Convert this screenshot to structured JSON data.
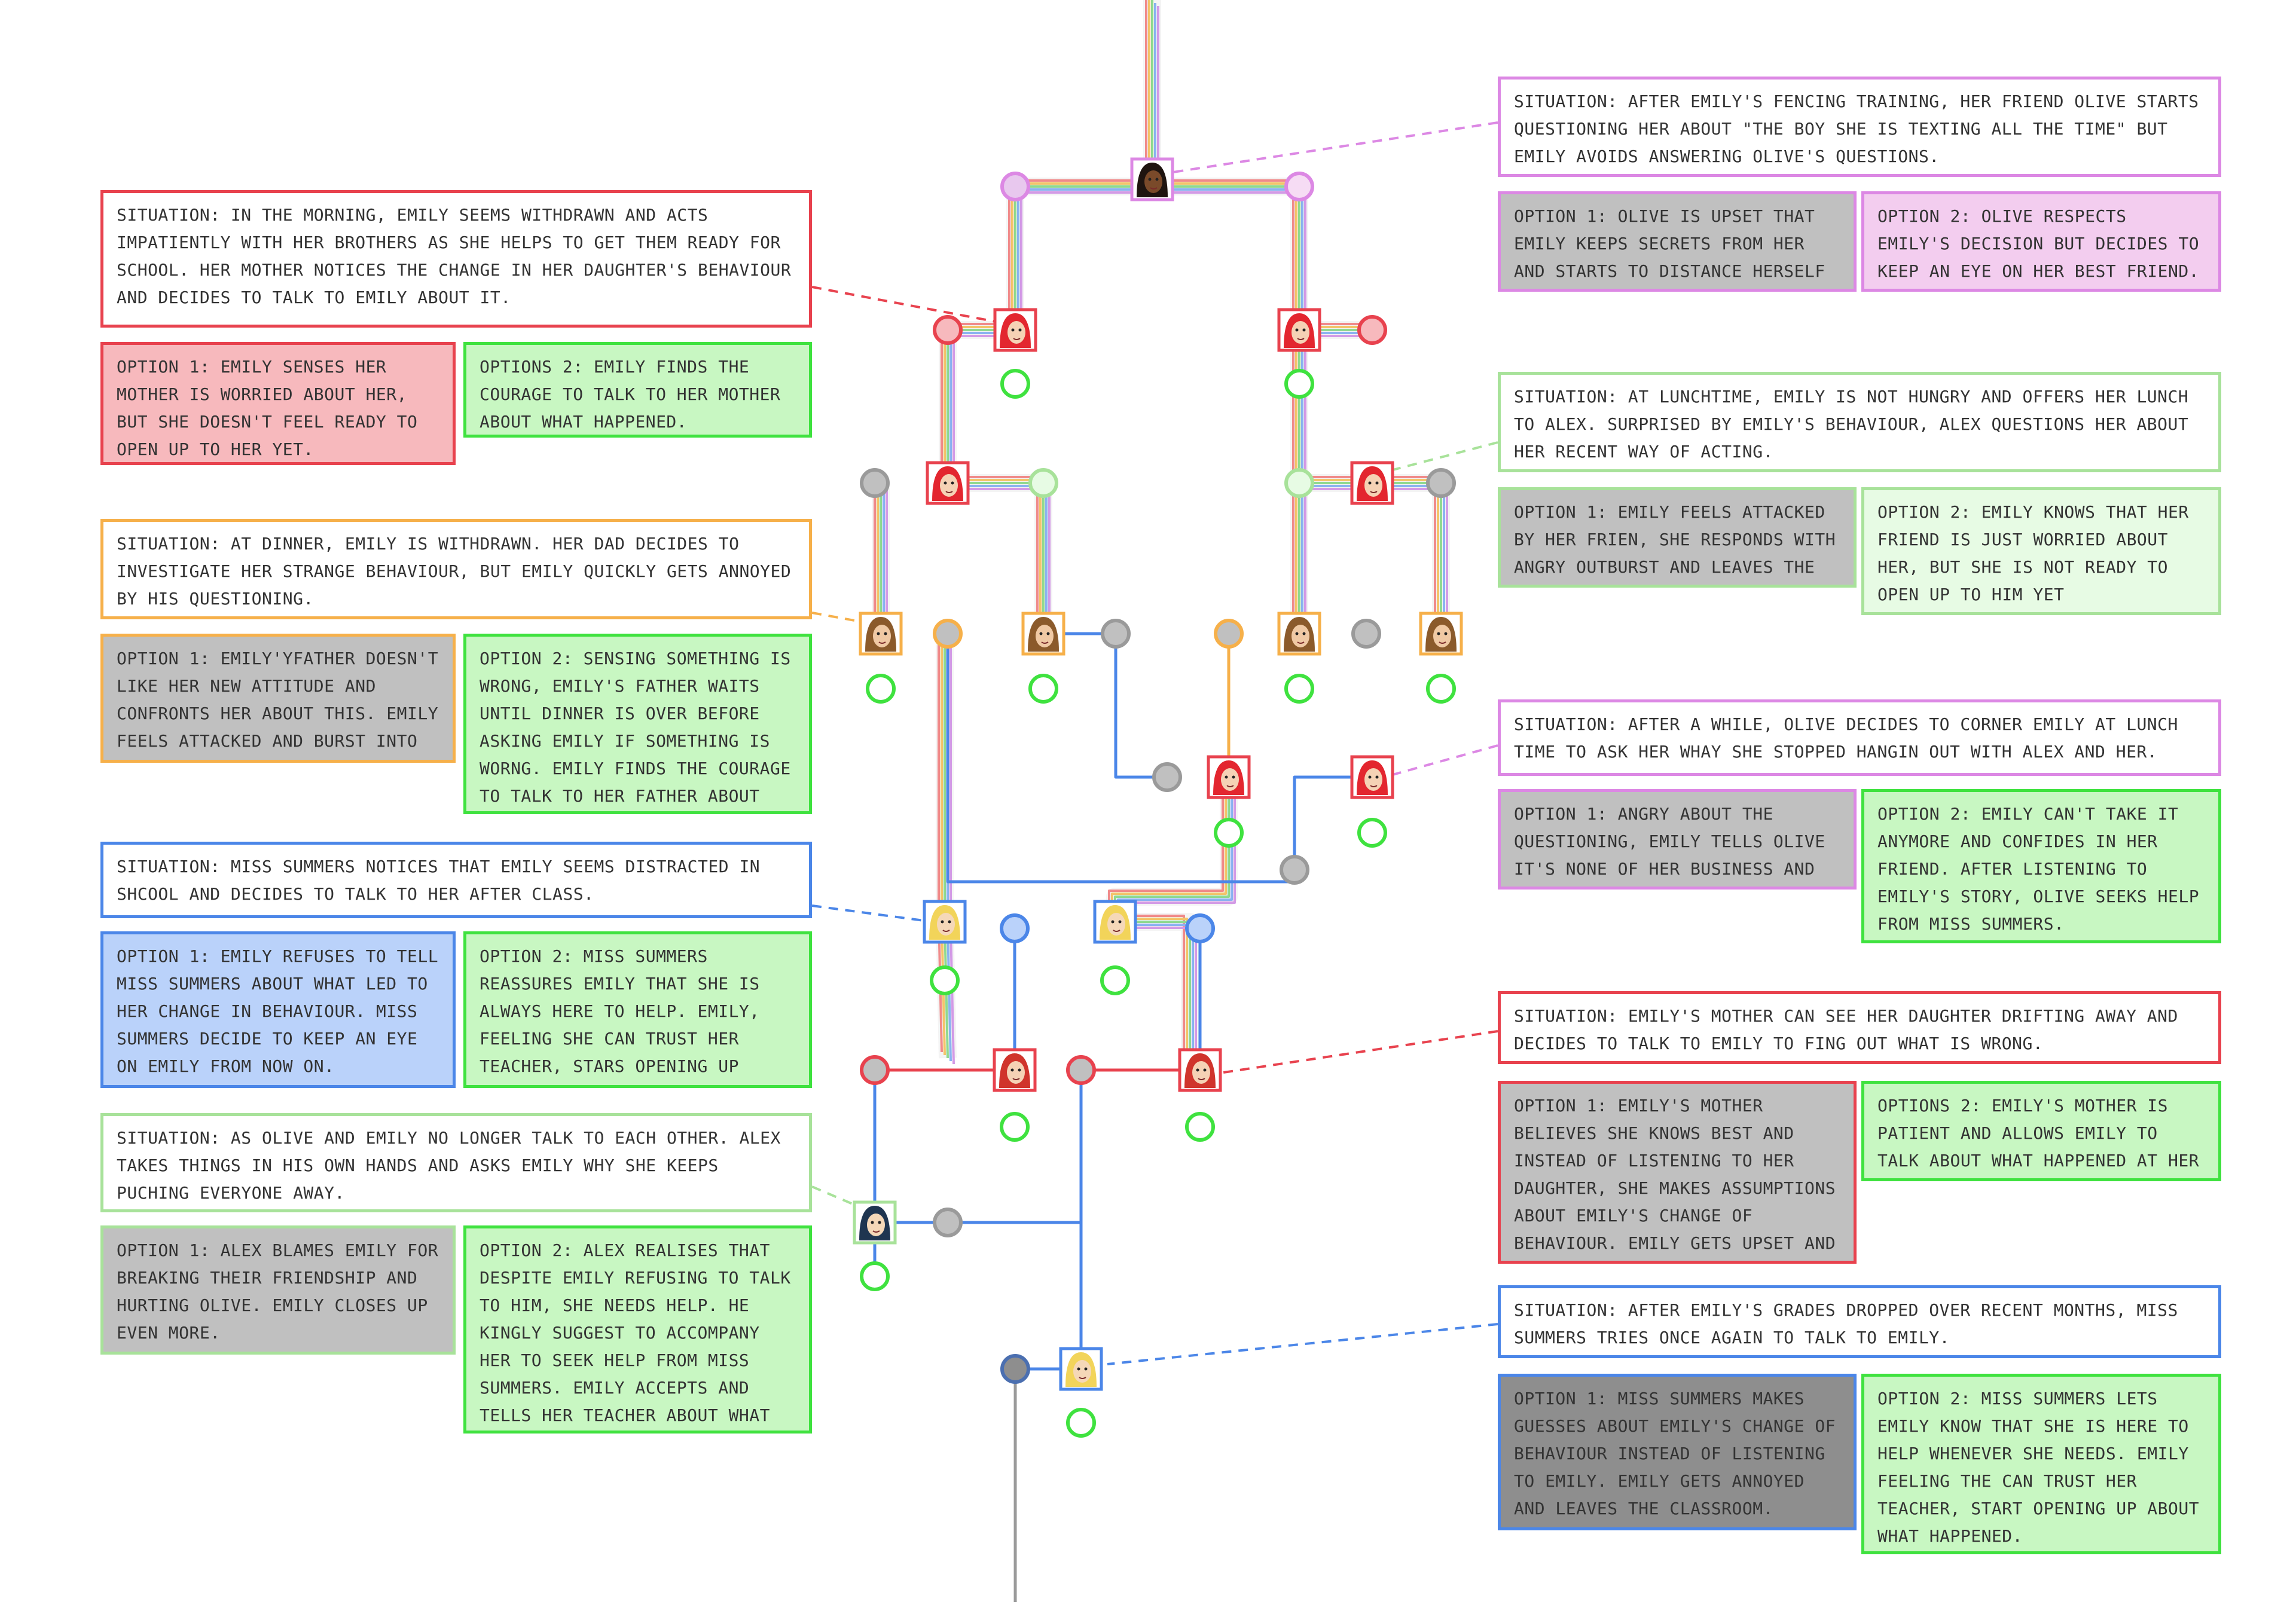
{
  "colors": {
    "red": "#e8424e",
    "green": "#3fe23f",
    "orange": "#f6b04a",
    "blue": "#4b86e8",
    "light_green": "#a8e29a",
    "pink": "#dc88e4",
    "grey": "#b5b5b5"
  },
  "left": [
    {
      "situation": "SITUATION: IN THE MORNING, EMILY SEEMS WITHDRAWN AND ACTS IMPATIENTLY WITH HER BROTHERS AS SHE HELPS TO GET THEM READY FOR SCHOOL. HER MOTHER NOTICES THE CHANGE IN HER DAUGHTER'S BEHAVIOUR AND DECIDES TO TALK TO EMILY ABOUT IT.",
      "option1": "OPTION 1: EMILY SENSES HER MOTHER IS WORRIED ABOUT HER, BUT SHE DOESN'T FEEL READY TO OPEN UP TO HER YET.",
      "option2": "OPTIONS 2: EMILY FINDS THE COURAGE TO TALK TO HER MOTHER ABOUT WHAT HAPPENED."
    },
    {
      "situation": "SITUATION: AT DINNER, EMILY IS WITHDRAWN. HER DAD DECIDES TO INVESTIGATE HER STRANGE BEHAVIOUR, BUT EMILY QUICKLY GETS ANNOYED BY HIS QUESTIONING.",
      "option1": "OPTION 1: EMILY'YFATHER DOESN'T LIKE HER NEW ATTITUDE AND CONFRONTS HER ABOUT THIS. EMILY FEELS ATTACKED AND BURST INTO TEARS.",
      "option2": "OPTION 2: SENSING SOMETHING IS WRONG, EMILY'S FATHER WAITS UNTIL DINNER IS OVER BEFORE ASKING EMILY IF SOMETHING IS WORNG. EMILY FINDS THE COURAGE TO TALK TO HER FATHER ABOUT WHAT HAPPENED."
    },
    {
      "situation": "SITUATION: MISS SUMMERS NOTICES THAT EMILY SEEMS DISTRACTED IN SHCOOL AND DECIDES TO TALK TO HER AFTER CLASS.",
      "option1": "OPTION 1: EMILY REFUSES TO TELL MISS SUMMERS ABOUT WHAT LED TO HER CHANGE IN BEHAVIOUR. MISS SUMMERS DECIDE TO KEEP AN EYE ON EMILY FROM NOW ON.",
      "option2": "OPTION 2: MISS SUMMERS REASSURES EMILY THAT SHE IS ALWAYS HERE TO HELP. EMILY, FEELING SHE CAN TRUST HER TEACHER, STARS OPENING UP ABOUT WHAT HAPPEND."
    },
    {
      "situation": "SITUATION: AS OLIVE AND EMILY NO LONGER TALK TO EACH OTHER. ALEX TAKES THINGS IN HIS OWN HANDS AND ASKS EMILY WHY SHE KEEPS PUCHING EVERYONE AWAY.",
      "option1": "OPTION 1: ALEX BLAMES EMILY FOR BREAKING THEIR FRIENDSHIP AND HURTING OLIVE. EMILY CLOSES UP EVEN MORE.",
      "option2": "OPTION 2:  ALEX REALISES THAT DESPITE EMILY REFUSING TO TALK TO HIM, SHE NEEDS HELP. HE KINGLY SUGGEST TO ACCOMPANY HER TO SEEK HELP FROM MISS SUMMERS. EMILY ACCEPTS AND TELLS HER TEACHER ABOUT WHAT HAPPENED."
    }
  ],
  "right": [
    {
      "situation": "SITUATION: AFTER EMILY'S FENCING TRAINING, HER FRIEND OLIVE STARTS QUESTIONING HER ABOUT \"THE BOY SHE IS TEXTING ALL THE TIME\" BUT EMILY AVOIDS ANSWERING OLIVE'S QUESTIONS.",
      "option1": "OPTION 1: OLIVE IS UPSET THAT EMILY KEEPS SECRETS FROM HER AND STARTS TO  DISTANCE HERSELF FROM EMILY.",
      "option2": "OPTION 2: OLIVE RESPECTS EMILY'S DECISION BUT DECIDES TO KEEP AN EYE ON HER BEST FRIEND."
    },
    {
      "situation": "SITUATION: AT LUNCHTIME, EMILY IS NOT HUNGRY AND OFFERS HER LUNCH TO ALEX. SURPRISED BY EMILY'S BEHAVIOUR, ALEX QUESTIONS HER ABOUT HER RECENT WAY OF ACTING.",
      "option1": "OPTION 1: EMILY FEELS ATTACKED BY HER FRIEN, SHE RESPONDS WITH ANGRY OUTBURST AND LEAVES THE TABLE.",
      "option2": "OPTION 2: EMILY KNOWS THAT HER FRIEND IS JUST WORRIED ABOUT HER, BUT SHE IS NOT READY TO OPEN UP TO HIM YET"
    },
    {
      "situation": "SITUATION: AFTER A WHILE, OLIVE DECIDES TO CORNER EMILY AT LUNCH TIME TO ASK HER WHAY SHE STOPPED HANGIN OUT WITH ALEX AND HER.",
      "option1": "OPTION 1: ANGRY ABOUT THE QUESTIONING, EMILY TELLS OLIVE IT'S NONE OF HER BUSINESS AND WALKS AWAY.",
      "option2": "OPTION 2: EMILY CAN'T TAKE IT ANYMORE AND CONFIDES IN HER FRIEND. AFTER LISTENING TO EMILY'S STORY, OLIVE SEEKS HELP FROM MISS SUMMERS."
    },
    {
      "situation": "SITUATION: EMILY'S MOTHER CAN SEE HER DAUGHTER DRIFTING AWAY AND DECIDES TO TALK TO EMILY TO FING OUT WHAT IS WRONG.",
      "option1": "OPTION 1: EMILY'S MOTHER BELIEVES SHE KNOWS BEST AND INSTEAD OF LISTENING TO HER DAUGHTER, SHE MAKES ASSUMPTIONS ABOUT EMILY'S CHANGE OF BEHAVIOUR. EMILY GETS UPSET AND WALKS AWAY.",
      "option2": "OPTIONS 2: EMILY'S MOTHER IS PATIENT AND ALLOWS EMILY TO TALK ABOUT WHAT HAPPENED AT HER OWN PACE."
    },
    {
      "situation": "SITUATION: AFTER EMILY'S GRADES DROPPED OVER RECENT MONTHS, MISS SUMMERS TRIES ONCE AGAIN TO TALK TO EMILY.",
      "option1": "OPTION 1: MISS SUMMERS MAKES GUESSES ABOUT EMILY'S CHANGE OF BEHAVIOUR INSTEAD OF LISTENING TO EMILY. EMILY GETS ANNOYED AND LEAVES THE CLASSROOM.",
      "option2": "OPTION 2: MISS SUMMERS LETS EMILY KNOW THAT SHE IS HERE TO HELP WHENEVER SHE NEEDS. EMILY FEELING THE CAN TRUST HER TEACHER, START OPENING UP ABOUT WHAT HAPPENED."
    }
  ],
  "characters": [
    {
      "name": "olive-avatar",
      "skin": "#7a4a2a",
      "hair": "#1e1410",
      "frame": "#dc88e4"
    },
    {
      "name": "emily-avatar",
      "skin": "#f5d2b5",
      "hair": "#e3262f",
      "frame": "#e8424e"
    },
    {
      "name": "father-avatar",
      "skin": "#f0c9a4",
      "hair": "#8b5a2b",
      "frame": "#f6b04a"
    },
    {
      "name": "miss-summers-avatar",
      "skin": "#f5d8b8",
      "hair": "#f2d45a",
      "frame": "#4b86e8"
    },
    {
      "name": "mother-avatar",
      "skin": "#f5d2b5",
      "hair": "#d0342c",
      "frame": "#e8424e"
    },
    {
      "name": "alex-avatar",
      "skin": "#f5d8b8",
      "hair": "#1f3550",
      "frame": "#a8e29a"
    }
  ]
}
